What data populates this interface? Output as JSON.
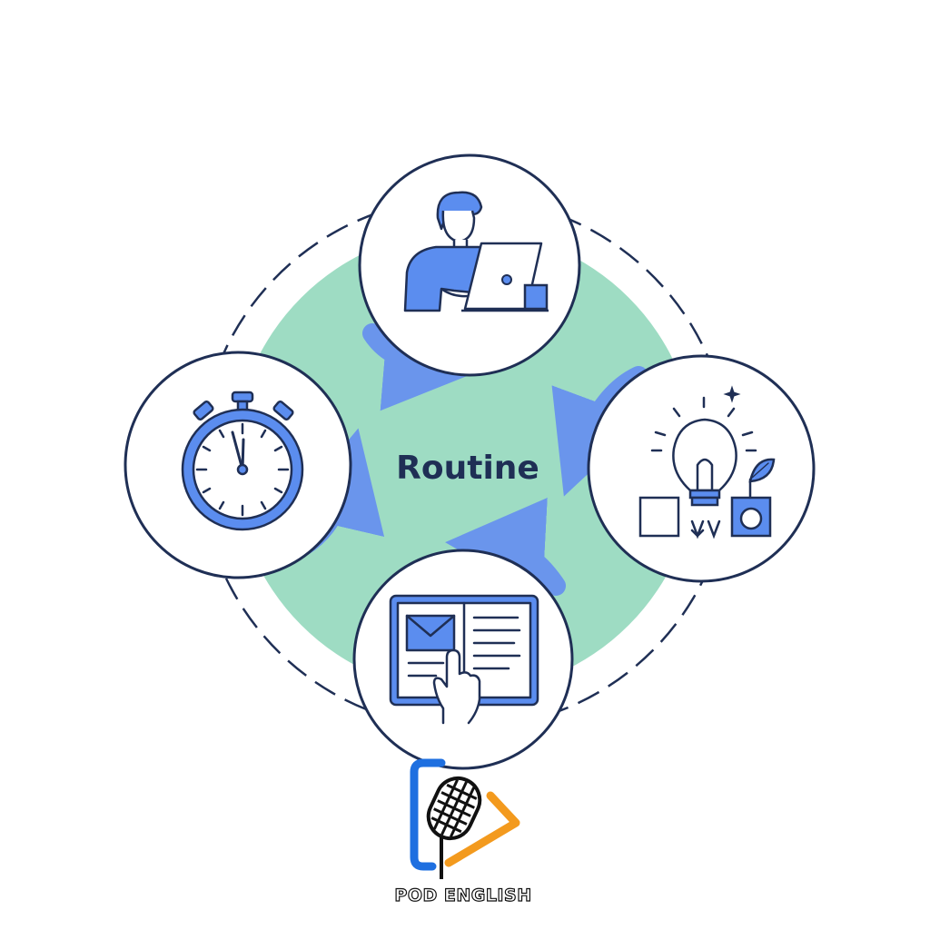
{
  "diagram": {
    "center_label": "Routine",
    "colors": {
      "center_fill": "#9edcc3",
      "outline": "#1f2f55",
      "accent_blue": "#5b8def",
      "arrow_blue": "#6a95ec"
    },
    "nodes": [
      {
        "id": "work",
        "icon": "person-laptop-icon"
      },
      {
        "id": "ideas",
        "icon": "lightbulb-ideas-icon"
      },
      {
        "id": "read",
        "icon": "open-book-hand-icon"
      },
      {
        "id": "time",
        "icon": "stopwatch-icon"
      }
    ]
  },
  "logo": {
    "text": "POD ENGLISH",
    "icon": "microphone-play-icon",
    "colors": {
      "left_bracket": "#1e6fe0",
      "right_arrow": "#f39a1e"
    }
  }
}
